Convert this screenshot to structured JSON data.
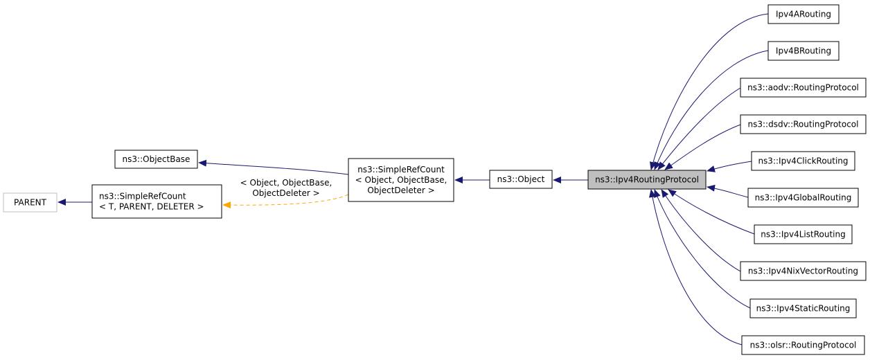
{
  "diagram": {
    "colors": {
      "inheritance_edge": "#191970",
      "template_edge": "#ffa500",
      "focus_fill": "#bfbfbf",
      "external_border": "#bfbfbf",
      "node_border": "#000000"
    },
    "nodes": {
      "parent": {
        "lines": [
          "PARENT"
        ],
        "style": "external"
      },
      "simple_ref_count_template": {
        "lines": [
          "ns3::SimpleRefCount",
          "< T, PARENT, DELETER >"
        ],
        "style": "normal"
      },
      "object_base": {
        "lines": [
          "ns3::ObjectBase"
        ],
        "style": "normal"
      },
      "simple_ref_count_object": {
        "lines": [
          "ns3::SimpleRefCount",
          "< Object, ObjectBase,",
          "ObjectDeleter >"
        ],
        "style": "normal"
      },
      "object": {
        "lines": [
          "ns3::Object"
        ],
        "style": "normal"
      },
      "ipv4_routing_protocol": {
        "lines": [
          "ns3::Ipv4RoutingProtocol"
        ],
        "style": "focus"
      },
      "ipv4a_routing": {
        "lines": [
          "Ipv4ARouting"
        ],
        "style": "normal"
      },
      "ipv4b_routing": {
        "lines": [
          "Ipv4BRouting"
        ],
        "style": "normal"
      },
      "aodv_routing_protocol": {
        "lines": [
          "ns3::aodv::RoutingProtocol"
        ],
        "style": "normal"
      },
      "dsdv_routing_protocol": {
        "lines": [
          "ns3::dsdv::RoutingProtocol"
        ],
        "style": "normal"
      },
      "ipv4_click_routing": {
        "lines": [
          "ns3::Ipv4ClickRouting"
        ],
        "style": "normal"
      },
      "ipv4_global_routing": {
        "lines": [
          "ns3::Ipv4GlobalRouting"
        ],
        "style": "normal"
      },
      "ipv4_list_routing": {
        "lines": [
          "ns3::Ipv4ListRouting"
        ],
        "style": "normal"
      },
      "ipv4_nix_vector_routing": {
        "lines": [
          "ns3::Ipv4NixVectorRouting"
        ],
        "style": "normal"
      },
      "ipv4_static_routing": {
        "lines": [
          "ns3::Ipv4StaticRouting"
        ],
        "style": "normal"
      },
      "olsr_routing_protocol": {
        "lines": [
          "ns3::olsr::RoutingProtocol"
        ],
        "style": "normal"
      }
    },
    "edges": [
      {
        "from": "simple_ref_count_template",
        "to": "parent",
        "kind": "inheritance"
      },
      {
        "from": "simple_ref_count_object",
        "to": "simple_ref_count_template",
        "kind": "template",
        "label": [
          "< Object, ObjectBase,",
          "ObjectDeleter >"
        ]
      },
      {
        "from": "simple_ref_count_object",
        "to": "object_base",
        "kind": "inheritance"
      },
      {
        "from": "object",
        "to": "simple_ref_count_object",
        "kind": "inheritance"
      },
      {
        "from": "ipv4_routing_protocol",
        "to": "object",
        "kind": "inheritance"
      },
      {
        "from": "ipv4a_routing",
        "to": "ipv4_routing_protocol",
        "kind": "inheritance"
      },
      {
        "from": "ipv4b_routing",
        "to": "ipv4_routing_protocol",
        "kind": "inheritance"
      },
      {
        "from": "aodv_routing_protocol",
        "to": "ipv4_routing_protocol",
        "kind": "inheritance"
      },
      {
        "from": "dsdv_routing_protocol",
        "to": "ipv4_routing_protocol",
        "kind": "inheritance"
      },
      {
        "from": "ipv4_click_routing",
        "to": "ipv4_routing_protocol",
        "kind": "inheritance"
      },
      {
        "from": "ipv4_global_routing",
        "to": "ipv4_routing_protocol",
        "kind": "inheritance"
      },
      {
        "from": "ipv4_list_routing",
        "to": "ipv4_routing_protocol",
        "kind": "inheritance"
      },
      {
        "from": "ipv4_nix_vector_routing",
        "to": "ipv4_routing_protocol",
        "kind": "inheritance"
      },
      {
        "from": "ipv4_static_routing",
        "to": "ipv4_routing_protocol",
        "kind": "inheritance"
      },
      {
        "from": "olsr_routing_protocol",
        "to": "ipv4_routing_protocol",
        "kind": "inheritance"
      }
    ]
  }
}
